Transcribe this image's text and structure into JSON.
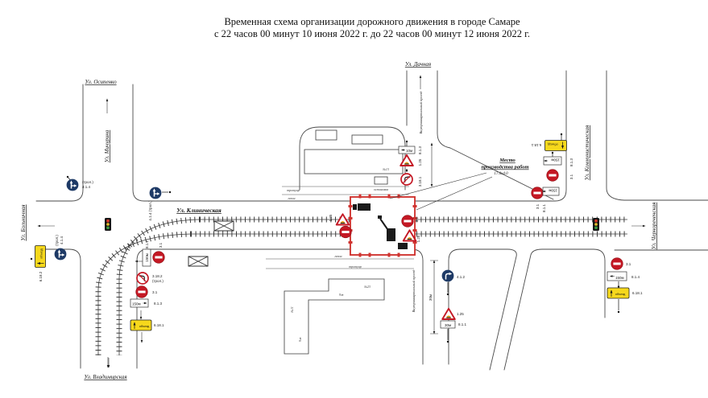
{
  "title": {
    "line1": "Временная схема организации дорожного движения в городе Самаре",
    "line2": "с 22 часов 00 минут 10 июня 2022 г. до 22 часов 00 минут 12 июня 2022 г."
  },
  "streets": {
    "osipenko": "Ул. Осипенко",
    "michurina": "Ул. Мичурина",
    "dachnaya": "Ул. Дачная",
    "klinicheskaya": "Ул. Клиническая",
    "bolnichnaya": "Ул. Больничная",
    "vladimirskaya": "Ул. Владимирская",
    "kommunisticheskaya": "Ул. Коммунистическая",
    "chernorechenskaya": "Ул. Чернореченская",
    "vnutrikvartalny": "Внутриквартальный проезд"
  },
  "work_site": {
    "line1": "Место",
    "line2": "производства работ",
    "dimensions": "17.0х4.0"
  },
  "sign_codes": {
    "c31": "3.1",
    "c125": "1.25",
    "c811": "8.1.1",
    "c813": "8.1.3",
    "c814": "8.1.4",
    "c6181": "6.18.1",
    "c6182": "6.18.2",
    "c3181": "3.18.1",
    "c3182": "3.18.2",
    "c412": "4.1.2",
    "c414": "4.1.4",
    "c414trol": "4.1.4 (трол.)",
    "trol": "(трол.)"
  },
  "plates": {
    "m150": "150м",
    "m30": "30м",
    "m10": "10м",
    "detour": "объезд"
  },
  "ground": {
    "sidewalk": "тротуар",
    "lawn": "газон",
    "stop": "остановка"
  },
  "buildings": {
    "b13": "№13",
    "b23": "№23",
    "b11": "№11",
    "floors": "9ж"
  },
  "dims": {
    "d30": "30м"
  },
  "colors": {
    "prohibit_red": "#c41824",
    "work_red": "#cf3430",
    "warn_orange": "#efa81e",
    "sign_blue": "#1e3a66",
    "detour_yellow": "#f6d81c"
  }
}
